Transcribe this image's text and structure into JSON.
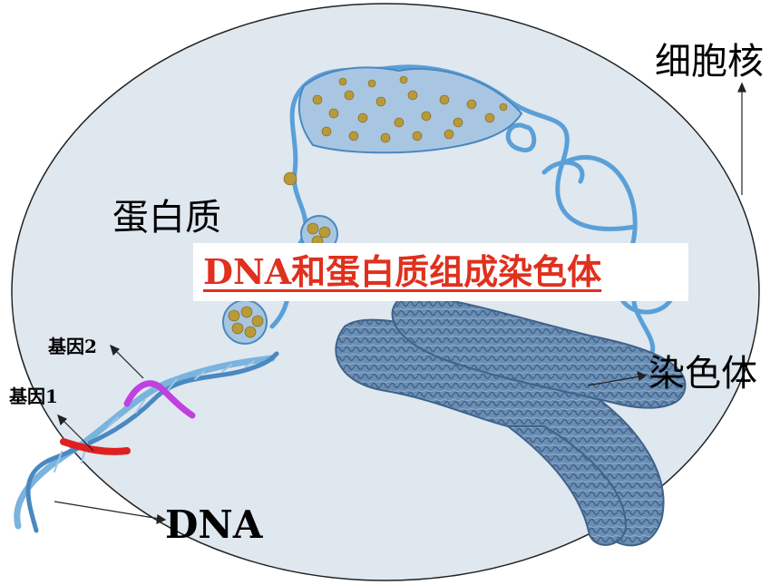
{
  "labels": {
    "nucleus": "细胞核",
    "protein": "蛋白质",
    "title": "DNA和蛋白质组成染色体",
    "chromosome": "染色体",
    "gene2": "基因2",
    "gene1": "基因1",
    "dna": "DNA"
  },
  "colors": {
    "nucleus_fill": "#dfe7ef",
    "fiber": "#5aa0d8",
    "chromosome": "#5a7ea6",
    "nucleosome": "#b89a3a",
    "gene1": "#e02020",
    "gene2": "#c040e0",
    "title": "#e0301e"
  }
}
